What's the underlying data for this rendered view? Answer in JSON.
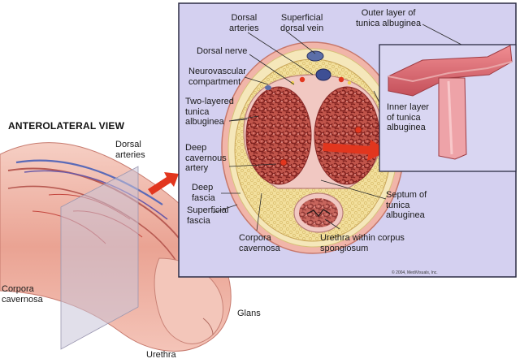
{
  "view_title": "ANTEROLATERAL VIEW",
  "labels": {
    "dorsal_arteries_left": "Dorsal\narteries",
    "corpora_cavernosa_left": "Corpora\ncavernosa",
    "glans": "Glans",
    "urethra": "Urethra",
    "dorsal_arteries_top": "Dorsal\narteries",
    "superficial_dorsal_vein": "Superficial\ndorsal vein",
    "dorsal_nerve": "Dorsal nerve",
    "neurovascular_compartment": "Neurovascular\ncompartment",
    "two_layered_tunica": "Two-layered\ntunica\nalbuginea",
    "deep_cavernous_artery": "Deep\ncavernous\nartery",
    "deep_fascia": "Deep\nfascia",
    "superficial_fascia": "Superficial\nfascia",
    "corpora_cavernosa_section": "Corpora\ncavernosa",
    "urethra_within_spongiosum": "Urethra within corpus\nspongiosum",
    "septum": "Septum of\ntunica\nalbuginea",
    "outer_layer": "Outer layer of\ntunica albuginea",
    "inner_layer": "Inner layer\nof tunica\nalbuginea"
  },
  "copyright": "© 2004, MediVisuals, Inc.",
  "colors": {
    "panel_fill": "#d4d0f0",
    "panel_border": "#2c2c44",
    "skin": "#f0b6a8",
    "tunica": "#f1c8c2",
    "erectile": "#b8463c",
    "fat": "#f0dc94",
    "arrow": "#e2361e"
  }
}
